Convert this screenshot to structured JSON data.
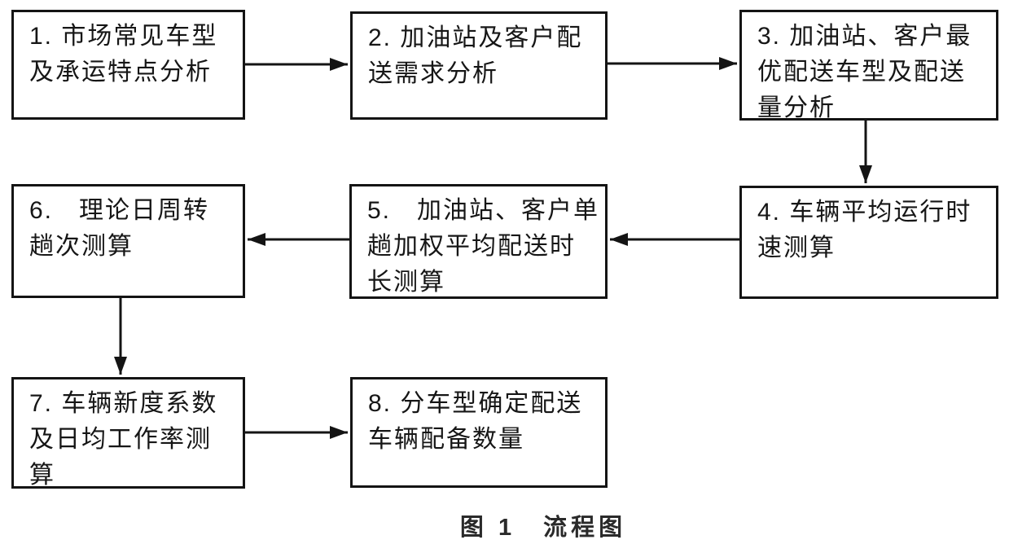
{
  "figure": {
    "type": "flowchart",
    "caption": "图 1　流程图",
    "nodes": [
      {
        "id": "1",
        "label": "1. 市场常见车型\n及承运特点分析"
      },
      {
        "id": "2",
        "label": "2. 加油站及客户配\n送需求分析"
      },
      {
        "id": "3",
        "label": "3. 加油站、客户最\n优配送车型及配送\n量分析"
      },
      {
        "id": "4",
        "label": "4. 车辆平均运行时\n速测算"
      },
      {
        "id": "5",
        "label": "5.　加油站、客户单\n趟加权平均配送时\n长测算"
      },
      {
        "id": "6",
        "label": "6.　理论日周转\n趟次测算"
      },
      {
        "id": "7",
        "label": "7. 车辆新度系数\n及日均工作率测\n算"
      },
      {
        "id": "8",
        "label": "8. 分车型确定配送\n车辆配备数量"
      }
    ],
    "edges": [
      {
        "from": "1",
        "to": "2",
        "direction": "right"
      },
      {
        "from": "2",
        "to": "3",
        "direction": "right"
      },
      {
        "from": "3",
        "to": "4",
        "direction": "down"
      },
      {
        "from": "4",
        "to": "5",
        "direction": "left"
      },
      {
        "from": "5",
        "to": "6",
        "direction": "left"
      },
      {
        "from": "6",
        "to": "7",
        "direction": "down"
      },
      {
        "from": "7",
        "to": "8",
        "direction": "right"
      }
    ],
    "colors": {
      "background": "#ffffff",
      "box_border": "#141414",
      "box_fill": "#ffffff",
      "text": "#161616",
      "arrow": "#141414"
    }
  }
}
